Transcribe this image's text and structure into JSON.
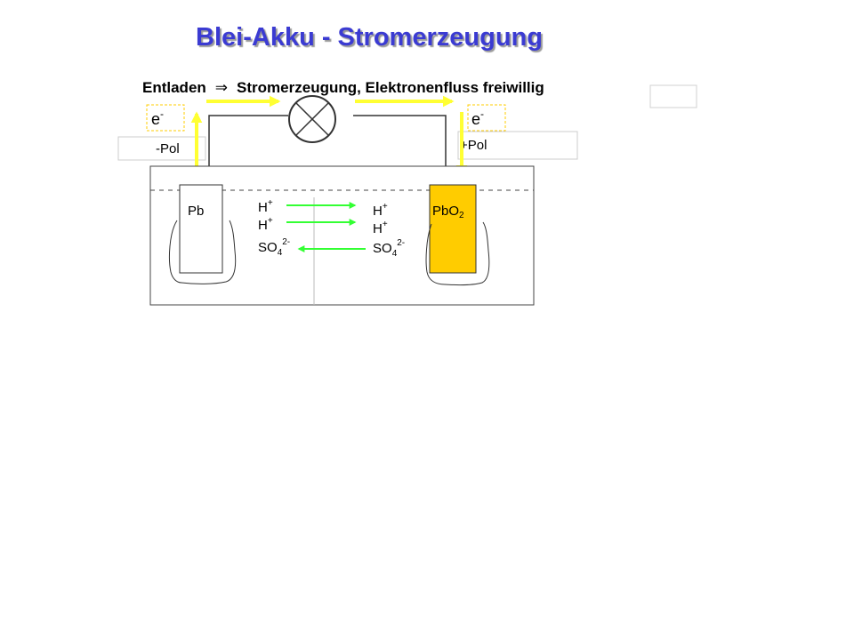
{
  "title": "Blei-Akku - Stromerzeugung",
  "subtitle_prefix": "Entladen",
  "subtitle_arrow": "⇒",
  "subtitle_rest": "Stromerzeugung, Elektronenfluss freiwillig",
  "electron_left": {
    "base": "e",
    "sup": "-"
  },
  "electron_right": {
    "base": "e",
    "sup": "-"
  },
  "minus_pole": "-Pol",
  "plus_pole": "+Pol",
  "anode": {
    "label": "Pb",
    "color": "#ffffff"
  },
  "cathode": {
    "label_base": "PbO",
    "label_sub": "2",
    "color": "#ffcc00"
  },
  "ions_left": {
    "h1": {
      "base": "H",
      "sup": "+"
    },
    "h2": {
      "base": "H",
      "sup": "+"
    },
    "so4": {
      "base": "SO",
      "sub": "4",
      "sup": "2-"
    }
  },
  "ions_right": {
    "h1": {
      "base": "H",
      "sup": "+"
    },
    "h2": {
      "base": "H",
      "sup": "+"
    },
    "so4": {
      "base": "SO",
      "sub": "4",
      "sup": "2-"
    }
  },
  "colors": {
    "title": "#3b3bd2",
    "electron_arrow": "#ffff33",
    "ion_arrow": "#33ff33",
    "electron_box_border": "#ffcc00",
    "wire": "#333333"
  }
}
